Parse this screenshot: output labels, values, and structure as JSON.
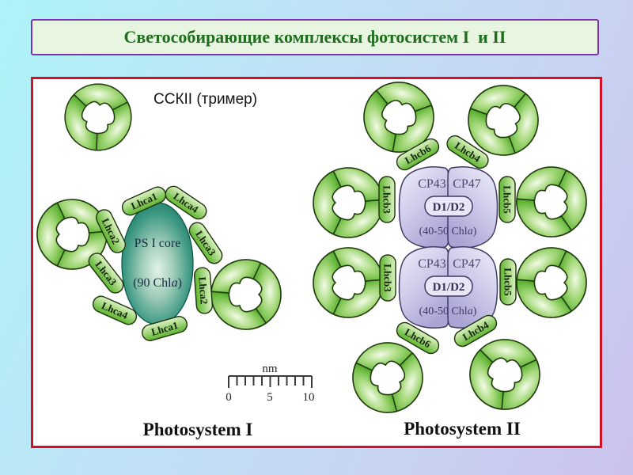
{
  "title": "Светособирающие комплексы фотосистем I  и II",
  "colors": {
    "background_top_left": "#aef3f8",
    "background_bottom_right": "#cbc2ee",
    "title_text": "#1e6e1e",
    "title_box_fill": "#e8f5e1",
    "title_box_border": "#7b35a9",
    "panel_border": "#d40f26",
    "lhc_green": "#57b02c",
    "psi_core_teal": "#15735f",
    "psii_core_lavender": "#bdb8e2"
  },
  "diagram": {
    "cck_label": "ССКII (тример)",
    "ps1": {
      "caption": "Photosystem I",
      "core_name": "PS I core",
      "core_chl_pre": "(90 Chl",
      "core_chl_it": "a",
      "core_chl_post": ")",
      "subunits": [
        "Lhca1",
        "Lhca4",
        "Lhca3",
        "Lhca2",
        "Lhca1",
        "Lhca4",
        "Lhca3",
        "Lhca2"
      ]
    },
    "ps2": {
      "caption": "Photosystem II",
      "cp43": "CP43",
      "cp47": "CP47",
      "d1d2": "D1/D2",
      "chl_pre": "(40-50 Chl",
      "chl_it": "a",
      "chl_post": ")",
      "subunits": [
        "Lhcb6",
        "Lhcb4",
        "Lhcb3",
        "Lhcb5",
        "Lhcb3",
        "Lhcb5",
        "Lhcb6",
        "Lhcb4"
      ]
    },
    "scalebar": {
      "unit": "nm",
      "t0": "0",
      "t5": "5",
      "t10": "10"
    }
  }
}
